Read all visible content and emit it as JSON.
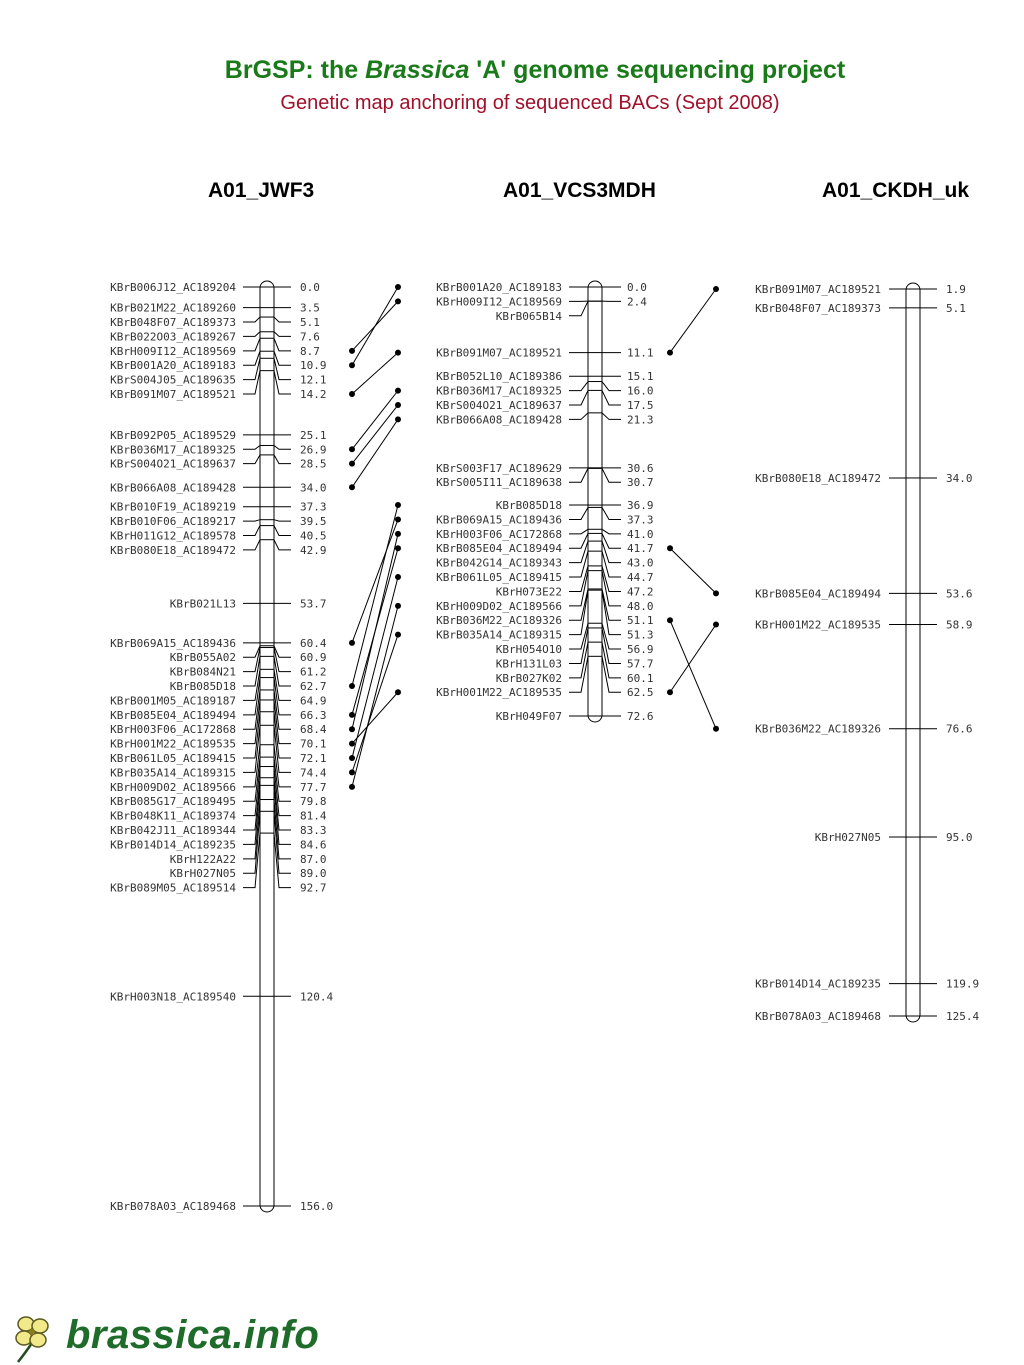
{
  "header": {
    "title_pre": "BrGSP: the ",
    "title_italic": "Brassica",
    "title_post": " 'A' genome sequencing project",
    "subtitle": "Genetic map anchoring of sequenced BACs (Sept 2008)"
  },
  "maps": [
    {
      "name": "A01_JWF3",
      "min": 0.0,
      "max": 156.0,
      "markers": [
        {
          "label": "KBrB006J12_AC189204",
          "pos": 0.0,
          "text": "0.0"
        },
        {
          "label": "KBrB021M22_AC189260",
          "pos": 3.5,
          "text": "3.5"
        },
        {
          "label": "KBrB048F07_AC189373",
          "pos": 5.1,
          "text": "5.1"
        },
        {
          "label": "KBrB022O03_AC189267",
          "pos": 7.6,
          "text": "7.6"
        },
        {
          "label": "KBrH009I12_AC189569",
          "pos": 8.7,
          "text": "8.7"
        },
        {
          "label": "KBrB001A20_AC189183",
          "pos": 10.9,
          "text": "10.9"
        },
        {
          "label": "KBrS004J05_AC189635",
          "pos": 12.1,
          "text": "12.1"
        },
        {
          "label": "KBrB091M07_AC189521",
          "pos": 14.2,
          "text": "14.2"
        },
        {
          "label": "KBrB092P05_AC189529",
          "pos": 25.1,
          "text": "25.1"
        },
        {
          "label": "KBrB036M17_AC189325",
          "pos": 26.9,
          "text": "26.9"
        },
        {
          "label": "KBrS004O21_AC189637",
          "pos": 28.5,
          "text": "28.5"
        },
        {
          "label": "KBrB066A08_AC189428",
          "pos": 34.0,
          "text": "34.0"
        },
        {
          "label": "KBrB010F19_AC189219",
          "pos": 37.3,
          "text": "37.3"
        },
        {
          "label": "KBrB010F06_AC189217",
          "pos": 39.5,
          "text": "39.5"
        },
        {
          "label": "KBrH011G12_AC189578",
          "pos": 40.5,
          "text": "40.5"
        },
        {
          "label": "KBrB080E18_AC189472",
          "pos": 42.9,
          "text": "42.9"
        },
        {
          "label": "KBrB021L13",
          "pos": 53.7,
          "text": "53.7"
        },
        {
          "label": "KBrB069A15_AC189436",
          "pos": 60.4,
          "text": "60.4"
        },
        {
          "label": "KBrB055A02",
          "pos": 60.9,
          "text": "60.9"
        },
        {
          "label": "KBrB084N21",
          "pos": 61.2,
          "text": "61.2"
        },
        {
          "label": "KBrB085D18",
          "pos": 62.7,
          "text": "62.7"
        },
        {
          "label": "KBrB001M05_AC189187",
          "pos": 64.9,
          "text": "64.9"
        },
        {
          "label": "KBrB085E04_AC189494",
          "pos": 66.3,
          "text": "66.3"
        },
        {
          "label": "KBrH003F06_AC172868",
          "pos": 68.4,
          "text": "68.4"
        },
        {
          "label": "KBrH001M22_AC189535",
          "pos": 70.1,
          "text": "70.1"
        },
        {
          "label": "KBrB061L05_AC189415",
          "pos": 72.1,
          "text": "72.1"
        },
        {
          "label": "KBrB035A14_AC189315",
          "pos": 74.4,
          "text": "74.4"
        },
        {
          "label": "KBrH009D02_AC189566",
          "pos": 77.7,
          "text": "77.7"
        },
        {
          "label": "KBrB085G17_AC189495",
          "pos": 79.8,
          "text": "79.8"
        },
        {
          "label": "KBrB048K11_AC189374",
          "pos": 81.4,
          "text": "81.4"
        },
        {
          "label": "KBrB042J11_AC189344",
          "pos": 83.3,
          "text": "83.3"
        },
        {
          "label": "KBrB014D14_AC189235",
          "pos": 84.6,
          "text": "84.6"
        },
        {
          "label": "KBrH122A22",
          "pos": 87.0,
          "text": "87.0"
        },
        {
          "label": "KBrH027N05",
          "pos": 89.0,
          "text": "89.0"
        },
        {
          "label": "KBrB089M05_AC189514",
          "pos": 92.7,
          "text": "92.7"
        },
        {
          "label": "KBrH003N18_AC189540",
          "pos": 120.4,
          "text": "120.4"
        },
        {
          "label": "KBrB078A03_AC189468",
          "pos": 156.0,
          "text": "156.0"
        }
      ]
    },
    {
      "name": "A01_VCS3MDH",
      "min": 0.0,
      "max": 72.6,
      "markers": [
        {
          "label": "KBrB001A20_AC189183",
          "pos": 0.0,
          "text": "0.0"
        },
        {
          "label": "KBrH009I12_AC189569",
          "pos": 2.4,
          "text": "2.4"
        },
        {
          "label": "KBrB065B14",
          "pos": 2.4,
          "text": ""
        },
        {
          "label": "KBrB091M07_AC189521",
          "pos": 11.1,
          "text": "11.1"
        },
        {
          "label": "KBrB052L10_AC189386",
          "pos": 15.1,
          "text": "15.1"
        },
        {
          "label": "KBrB036M17_AC189325",
          "pos": 16.0,
          "text": "16.0"
        },
        {
          "label": "KBrS004O21_AC189637",
          "pos": 17.5,
          "text": "17.5"
        },
        {
          "label": "KBrB066A08_AC189428",
          "pos": 21.3,
          "text": "21.3"
        },
        {
          "label": "KBrS003F17_AC189629",
          "pos": 30.6,
          "text": "30.6"
        },
        {
          "label": "KBrS005I11_AC189638",
          "pos": 30.7,
          "text": "30.7"
        },
        {
          "label": "KBrB085D18",
          "pos": 36.9,
          "text": "36.9"
        },
        {
          "label": "KBrB069A15_AC189436",
          "pos": 37.3,
          "text": "37.3"
        },
        {
          "label": "KBrH003F06_AC172868",
          "pos": 41.0,
          "text": "41.0"
        },
        {
          "label": "KBrB085E04_AC189494",
          "pos": 41.7,
          "text": "41.7"
        },
        {
          "label": "KBrB042G14_AC189343",
          "pos": 43.0,
          "text": "43.0"
        },
        {
          "label": "KBrB061L05_AC189415",
          "pos": 44.7,
          "text": "44.7"
        },
        {
          "label": "KBrH073E22",
          "pos": 47.2,
          "text": "47.2"
        },
        {
          "label": "KBrH009D02_AC189566",
          "pos": 48.0,
          "text": "48.0"
        },
        {
          "label": "KBrB036M22_AC189326",
          "pos": 51.1,
          "text": "51.1"
        },
        {
          "label": "KBrB035A14_AC189315",
          "pos": 51.3,
          "text": "51.3"
        },
        {
          "label": "KBrH054O10",
          "pos": 56.9,
          "text": "56.9"
        },
        {
          "label": "KBrH131L03",
          "pos": 57.7,
          "text": "57.7"
        },
        {
          "label": "KBrB027K02",
          "pos": 60.1,
          "text": "60.1"
        },
        {
          "label": "KBrH001M22_AC189535",
          "pos": 62.5,
          "text": "62.5"
        },
        {
          "label": "KBrH049F07",
          "pos": 72.6,
          "text": "72.6"
        }
      ]
    },
    {
      "name": "A01_CKDH_uk",
      "min": 1.9,
      "max": 125.4,
      "markers": [
        {
          "label": "KBrB091M07_AC189521",
          "pos": 1.9,
          "text": "1.9"
        },
        {
          "label": "KBrB048F07_AC189373",
          "pos": 5.1,
          "text": "5.1"
        },
        {
          "label": "KBrB080E18_AC189472",
          "pos": 34.0,
          "text": "34.0"
        },
        {
          "label": "KBrB085E04_AC189494",
          "pos": 53.6,
          "text": "53.6"
        },
        {
          "label": "KBrH001M22_AC189535",
          "pos": 58.9,
          "text": "58.9"
        },
        {
          "label": "KBrB036M22_AC189326",
          "pos": 76.6,
          "text": "76.6"
        },
        {
          "label": "KBrH027N05",
          "pos": 95.0,
          "text": "95.0"
        },
        {
          "label": "KBrB014D14_AC189235",
          "pos": 119.9,
          "text": "119.9"
        },
        {
          "label": "KBrB078A03_AC189468",
          "pos": 125.4,
          "text": "125.4"
        }
      ]
    }
  ],
  "links": [
    {
      "from_map": 0,
      "from": "KBrH009I12_AC189569",
      "to_map": 1,
      "to": "KBrH009I12_AC189569"
    },
    {
      "from_map": 0,
      "from": "KBrB001A20_AC189183",
      "to_map": 1,
      "to": "KBrB001A20_AC189183"
    },
    {
      "from_map": 0,
      "from": "KBrB091M07_AC189521",
      "to_map": 1,
      "to": "KBrB091M07_AC189521"
    },
    {
      "from_map": 0,
      "from": "KBrB036M17_AC189325",
      "to_map": 1,
      "to": "KBrB036M17_AC189325"
    },
    {
      "from_map": 0,
      "from": "KBrS004O21_AC189637",
      "to_map": 1,
      "to": "KBrS004O21_AC189637"
    },
    {
      "from_map": 0,
      "from": "KBrB066A08_AC189428",
      "to_map": 1,
      "to": "KBrB066A08_AC189428"
    },
    {
      "from_map": 0,
      "from": "KBrB085D18",
      "to_map": 1,
      "to": "KBrB085D18"
    },
    {
      "from_map": 0,
      "from": "KBrB069A15_AC189436",
      "to_map": 1,
      "to": "KBrB069A15_AC189436"
    },
    {
      "from_map": 0,
      "from": "KBrB085E04_AC189494",
      "to_map": 1,
      "to": "KBrB085E04_AC189494"
    },
    {
      "from_map": 0,
      "from": "KBrH003F06_AC172868",
      "to_map": 1,
      "to": "KBrH003F06_AC172868"
    },
    {
      "from_map": 0,
      "from": "KBrH001M22_AC189535",
      "to_map": 1,
      "to": "KBrH001M22_AC189535"
    },
    {
      "from_map": 0,
      "from": "KBrB061L05_AC189415",
      "to_map": 1,
      "to": "KBrB061L05_AC189415"
    },
    {
      "from_map": 0,
      "from": "KBrB035A14_AC189315",
      "to_map": 1,
      "to": "KBrB035A14_AC189315"
    },
    {
      "from_map": 0,
      "from": "KBrH009D02_AC189566",
      "to_map": 1,
      "to": "KBrH009D02_AC189566"
    },
    {
      "from_map": 1,
      "from": "KBrB091M07_AC189521",
      "to_map": 2,
      "to": "KBrB091M07_AC189521"
    },
    {
      "from_map": 1,
      "from": "KBrB085E04_AC189494",
      "to_map": 2,
      "to": "KBrB085E04_AC189494"
    },
    {
      "from_map": 1,
      "from": "KBrB036M22_AC189326",
      "to_map": 2,
      "to": "KBrB036M22_AC189326"
    },
    {
      "from_map": 1,
      "from": "KBrH001M22_AC189535",
      "to_map": 2,
      "to": "KBrH001M22_AC189535"
    }
  ],
  "footer": {
    "logo_text": "brassica.info",
    "logo_icon": "flower-icon"
  },
  "colors": {
    "title": "#1a7a1a",
    "subtitle": "#a0102a",
    "logo": "#1f6b2a",
    "flower": "#f2e98a"
  }
}
